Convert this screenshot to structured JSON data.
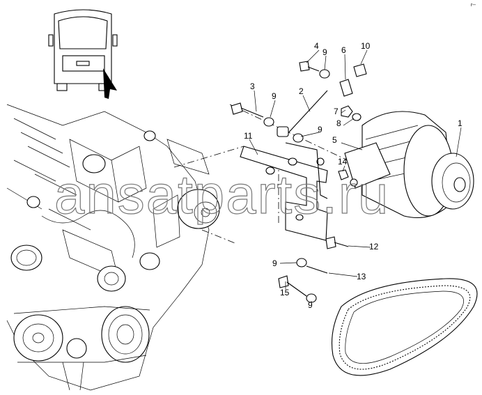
{
  "diagram": {
    "watermark": "ansatparts.ru",
    "corner_mark": "r--",
    "callouts": [
      {
        "id": "c1",
        "text": "1"
      },
      {
        "id": "c2",
        "text": "2"
      },
      {
        "id": "c3",
        "text": "3"
      },
      {
        "id": "c4",
        "text": "4"
      },
      {
        "id": "c5",
        "text": "5"
      },
      {
        "id": "c6",
        "text": "6"
      },
      {
        "id": "c7",
        "text": "7"
      },
      {
        "id": "c8",
        "text": "8"
      },
      {
        "id": "c9a",
        "text": "9"
      },
      {
        "id": "c9b",
        "text": "9"
      },
      {
        "id": "c9c",
        "text": "9"
      },
      {
        "id": "c9d",
        "text": "9"
      },
      {
        "id": "c9e",
        "text": "9"
      },
      {
        "id": "c10",
        "text": "10"
      },
      {
        "id": "c11",
        "text": "11"
      },
      {
        "id": "c12",
        "text": "12"
      },
      {
        "id": "c13",
        "text": "13"
      },
      {
        "id": "c14",
        "text": "14"
      },
      {
        "id": "c15",
        "text": "15"
      }
    ]
  }
}
